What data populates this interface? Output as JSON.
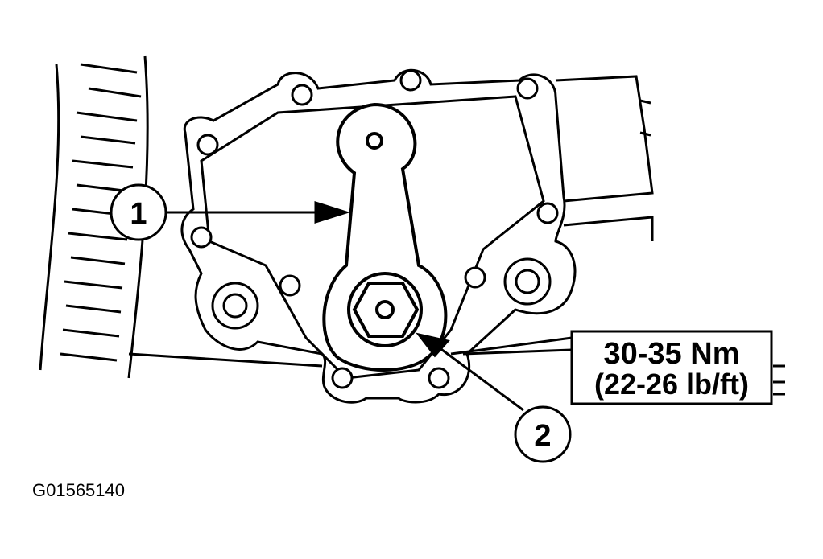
{
  "callouts": [
    {
      "number": "1"
    },
    {
      "number": "2"
    }
  ],
  "torque": {
    "line1": "30-35 Nm",
    "line2": "(22-26 lb/ft)"
  },
  "figure_id": "G01565140"
}
